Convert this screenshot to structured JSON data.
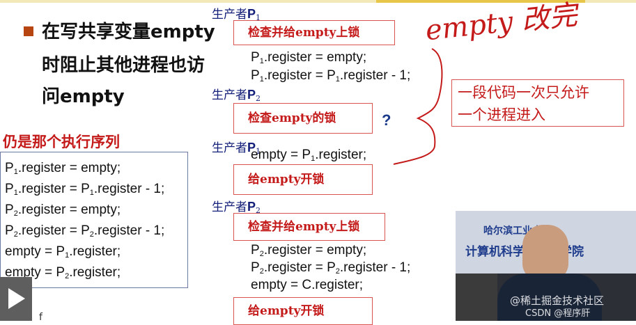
{
  "bullet": {
    "lines": [
      "在写共享变量empty",
      "时阻止其他进程也访",
      "问empty"
    ]
  },
  "question": "仍是那个执行序列",
  "sequence": [
    {
      "p": "P",
      "sub": "1",
      "mid": ".register = empty;"
    },
    {
      "p": "P",
      "sub": "1",
      "mid": ".register = P",
      "sub2": "1",
      "end": ".register - 1;"
    },
    {
      "p": "P",
      "sub": "2",
      "mid": ".register = empty;"
    },
    {
      "p": "P",
      "sub": "2",
      "mid": ".register = P",
      "sub2": "2",
      "end": ".register - 1;"
    },
    {
      "p": "empty = P",
      "sub": "1",
      "mid": ".register;"
    },
    {
      "p": "empty = P",
      "sub": "2",
      "mid": ".register;"
    }
  ],
  "producers": [
    {
      "label": "生产者",
      "name": "P",
      "sub": "1"
    },
    {
      "label": "生产者",
      "name": "P",
      "sub": "2"
    },
    {
      "label": "生产者",
      "name": "P",
      "sub": "1"
    },
    {
      "label": "生产者",
      "name": "P",
      "sub": "2"
    }
  ],
  "boxes": {
    "lock1": "检查并给empty上锁",
    "check": "检查empty的锁",
    "unlock1": "给empty开锁",
    "lock2": "检查并给empty上锁",
    "unlock2": "给empty开锁"
  },
  "code": {
    "a1": "P",
    "a1s": "1",
    "a1r": ".register = empty;",
    "a2": "P",
    "a2s": "1",
    "a2m": ".register = P",
    "a2s2": "1",
    "a2r": ".register - 1;",
    "b1": "empty = P",
    "b1s": "1",
    "b1r": ".register;",
    "c1": "P",
    "c1s": "2",
    "c1r": ".register = empty;",
    "c2": "P",
    "c2s": "2",
    "c2m": ".register = P",
    "c2s2": "2",
    "c2r": ".register - 1;",
    "c3": "empty = C.register;"
  },
  "qmark": "?",
  "note": {
    "line1": "一段代码一次只允许",
    "line2": "一个进程进入"
  },
  "handwriting": "empty 改完",
  "video": {
    "banner": "哈尔滨工业大学",
    "banner2": "计算机科学与技术学院"
  },
  "watermark": {
    "line1": "@稀土掘金技术社区",
    "line2": "CSDN @程序肝"
  },
  "footer_fragment": "f"
}
